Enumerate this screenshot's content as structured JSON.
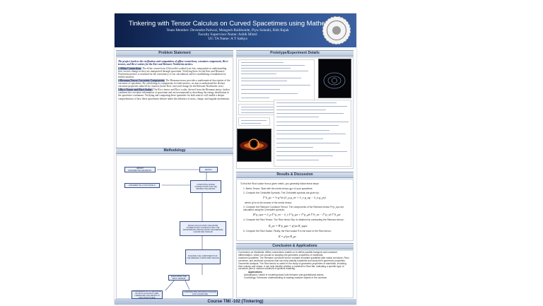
{
  "header": {
    "title": "Tinkering with Tensor Calculus on Curved Spacetimes using Mathematica",
    "lines": [
      "Team Member: Devendra Paliwal, Mangesh Raibhonde, Piyu Solanki, Rith Rajak",
      "Faculty Supervisor Name: Ashik Mistri",
      "UG TA Name: A T Sathya"
    ]
  },
  "sections": {
    "problem": "Problem Statement",
    "prototype": "Prototype/Experiment Details",
    "methodology": "Methodology",
    "results": "Results & Discussion",
    "conclusion": "Conclusion & Applications"
  },
  "problem": {
    "intro": "The project involves the verification and computation of affine connections, curvature components, Ricci tensors, and Ricci scalars for the Kerr and Reissner-Nordström metrics.",
    "p1_label": "1.Affine Connections:",
    "p1": "The affine connections (Christoffel symbols) are key components in understanding how vectors change as they are transported through spacetime. Verifying these for the Kerr and Reissner-Nordström metrics is essential for the consistency of our calculations and for establishing a foundation for further analysis.",
    "p2_label": "2.Riemann Tensor Curvature Components:",
    "p2": "The Riemann tensor provides a mathematical description of the curvature of spacetime. By calculating its components for both metrics, we aim to understand the distinct curvature properties induced by rotation (in the Kerr case) and charge (in the Reissner-Nordström case).",
    "p3_label": "3.Ricci Tensor and Ricci Scalar:",
    "p3": "The Ricci tensor and Ricci scalar, derived from the Riemann tensor, further condense the curvature information of spacetime and are instrumental in describing the energy distribution in the spacetime continuum. Verifying and computing these quantities for both metrics will enable a deeper comprehension of how these spacetimes behave under the influence of mass, charge, and angular momentum."
  },
  "flowchart": {
    "n1": "IMPORT DIFFERENTIALGEOMETRY",
    "n2": "METRIC",
    "n3": "DIFFERENTIAL FUNCTIONALS",
    "n4": "COMPUTING AFFINE CONNECTIONS FOR THE RESPECTIVE METRIC",
    "n5": "WHILE CALCULATING THE AFFINE CONNECTIONS CONSTRUCTING THE APPROPRIATE INDICES FROM THE RIEMANN CURVATURE TENSOR",
    "n6": "BUILDING THE COMPONENTS OF THE RIEMANN CURVATURE TENSOR",
    "n7": "EVALUATING THE RICCI TENSOR",
    "n8": "CONFIRMING WITH THE VALUE OF RICCI SCALAR IN GRW, THEREFORE THE METRIC IS SOLUTION TO EFE",
    "n9": "CONTRACTING WITH RICCI SCALAR FOR CURVATURE"
  },
  "results": {
    "intro": "To find the Ricci scalar from a given metric, you generally follow these steps:",
    "s1": "1. Metric Tensor: Start with the metric tensor gμν of your spacetime.",
    "s2": "2. Compute the Christoffel Symbols: The Christoffel symbols are given by:",
    "f1": "Γ^λ_μν = ½ g^λσ (∂_μ g_σν + ∂_ν g_σμ − ∂_σ g_μν)",
    "s2b": "where g^λσ is the inverse of the metric tensor.",
    "s3": "3. Compute the Riemann Curvature Tensor: The components of the Riemann tensor R^ρ_σμν are calculated using the Christoffel symbols:",
    "f2": "R^ρ_σμν = ∂_μ Γ^ρ_νσ − ∂_ν Γ^ρ_μσ + Γ^ρ_μλ Γ^λ_νσ − Γ^ρ_νλ Γ^λ_μσ",
    "s4": "4. Compute the Ricci Tensor: The Ricci tensor Rμν is obtained by contracting the Riemann tensor:",
    "f3": "R_μν = R^ρ_μρν = g^ρσ R_σμρν",
    "s5": "5. Compute the Ricci Scalar: Finally, the Ricci scalar R is the trace of the Ricci tensor:",
    "f4": "R = g^μν R_μν"
  },
  "conclusion": {
    "c1": "Connection on Manifolds: Affine connections enable us to define parallel transport and covariant differentiation, which are crucial for studying the geometric properties of manifolds.",
    "c2": "Invariant Quantities: The Riemann curvature tensor contains invariant quantities (like scalar curvature, Ricci curvature, and sectional curvature) that can help classify manifolds and study their geometric properties.",
    "c3": "Geometric Analysis: The Ricci tensor is useful in the study of geometric properties of manifolds, including their volume and shape. It can help identify whether a manifold is Ricci-flat, indicating a specific type of curvature (like in vacuum solutions of general relativity).",
    "apps_title": "Applications",
    "a1": "Astrophysics: Useful in modeling black hole behavior and gravitational waves.",
    "a2": "Cosmology: Enhances understanding of rotating massive objects in the universe."
  },
  "footer": "Course TMI -102 (Tinkering)"
}
